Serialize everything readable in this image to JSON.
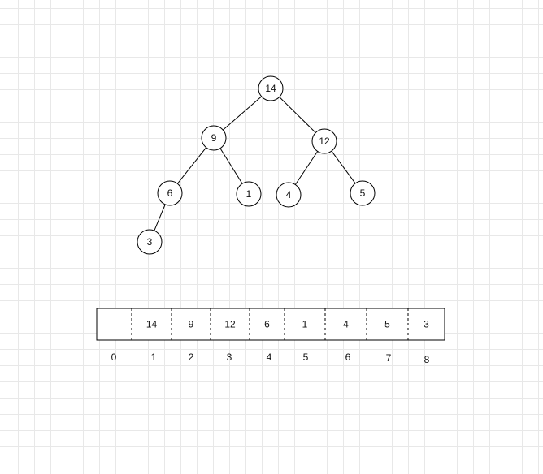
{
  "tree": {
    "nodes": [
      {
        "id": "n14",
        "label": "14"
      },
      {
        "id": "n9",
        "label": "9"
      },
      {
        "id": "n12",
        "label": "12"
      },
      {
        "id": "n6",
        "label": "6"
      },
      {
        "id": "n1",
        "label": "1"
      },
      {
        "id": "n4",
        "label": "4"
      },
      {
        "id": "n5",
        "label": "5"
      },
      {
        "id": "n3",
        "label": "3"
      }
    ],
    "edges": [
      [
        "n14",
        "n9"
      ],
      [
        "n14",
        "n12"
      ],
      [
        "n9",
        "n6"
      ],
      [
        "n9",
        "n1"
      ],
      [
        "n12",
        "n4"
      ],
      [
        "n12",
        "n5"
      ],
      [
        "n6",
        "n3"
      ]
    ]
  },
  "array": {
    "cells": [
      "",
      "14",
      "9",
      "12",
      "6",
      "1",
      "4",
      "5",
      "3"
    ],
    "indices": [
      "0",
      "1",
      "2",
      "3",
      "4",
      "5",
      "6",
      "7",
      "8"
    ]
  }
}
